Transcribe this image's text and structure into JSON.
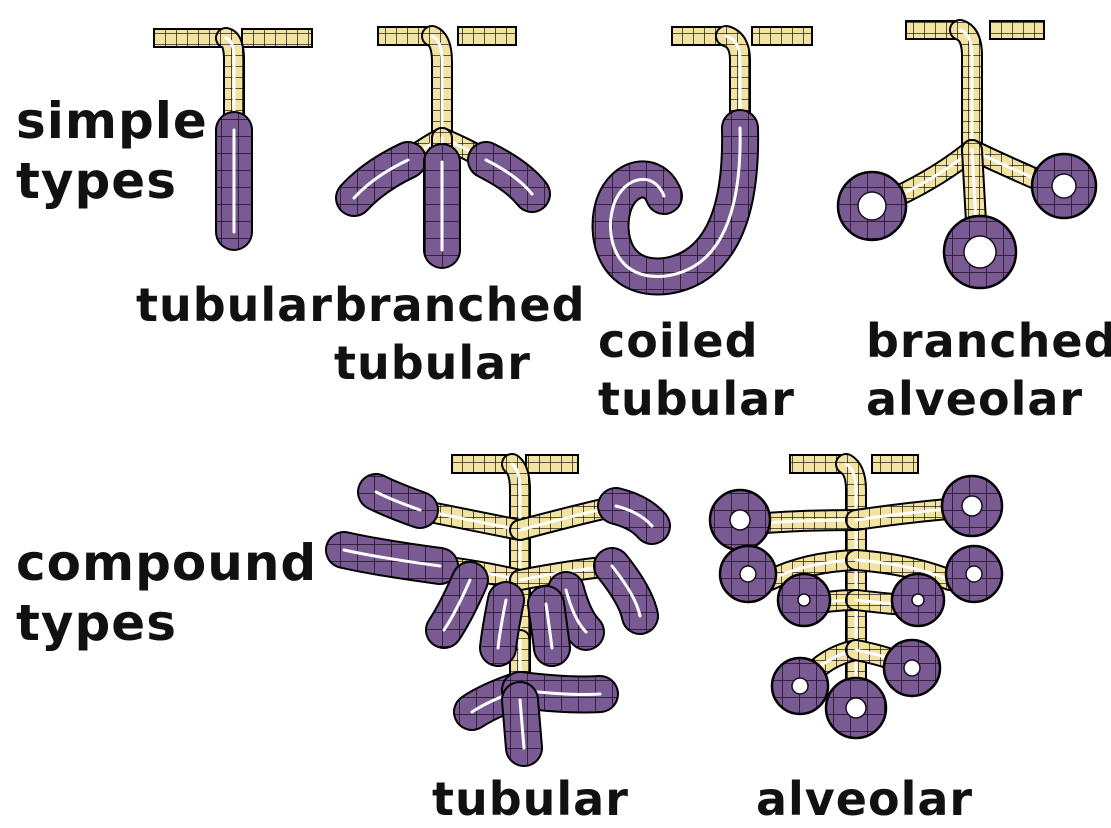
{
  "labels": {
    "simple_line1": "simple",
    "simple_line2": "types",
    "compound_line1": "compound",
    "compound_line2": "types",
    "tubular": "tubular",
    "branched_tubular_1": "branched",
    "branched_tubular_2": "tubular",
    "coiled_1": "coiled",
    "coiled_2": "tubular",
    "branched_alveolar_1": "branched",
    "branched_alveolar_2": "alveolar",
    "compound_tubular": "tubular",
    "compound_alveolar": "alveolar"
  },
  "colors": {
    "duct_epithelium": "#f2e3a3",
    "secretory_epithelium": "#7a5a93",
    "outline": "#000000",
    "lumen": "#ffffff"
  }
}
